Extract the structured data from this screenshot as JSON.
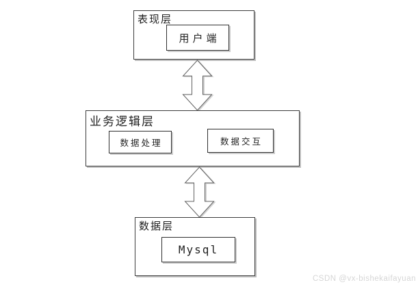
{
  "colors": {
    "background": "#ffffff",
    "box_border": "#3c3c3c",
    "box_shadow": "#bfbfbf",
    "text": "#1f1f1f",
    "arrow_fill": "#ffffff",
    "arrow_outline": "#5f5f5f",
    "watermark": "#d6d6d6"
  },
  "diagram": {
    "type": "layered-architecture",
    "layers": [
      {
        "label": "表现层",
        "nodes": [
          "用户端"
        ]
      },
      {
        "label": "业务逻辑层",
        "nodes": [
          "数据处理",
          "数据交互"
        ]
      },
      {
        "label": "数据层",
        "nodes": [
          "Mysql"
        ]
      }
    ],
    "connectors": [
      {
        "from": "表现层",
        "to": "业务逻辑层",
        "style": "double-headed-vertical-block-arrow"
      },
      {
        "from": "业务逻辑层",
        "to": "数据层",
        "style": "double-headed-vertical-block-arrow"
      }
    ]
  },
  "watermark": {
    "text": "CSDN @vx-bishekaifayuan"
  }
}
